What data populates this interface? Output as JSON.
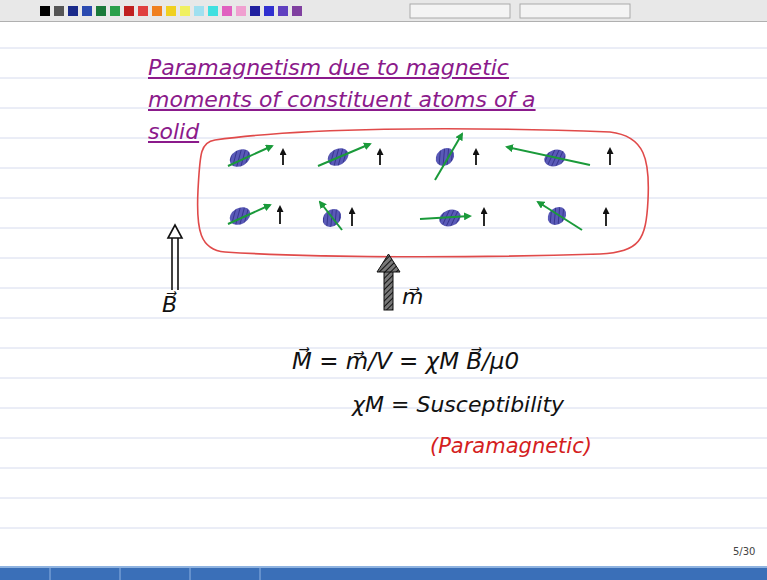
{
  "diagram": {
    "title": "Paramagnetism due to magnetic moments of constituent atoms of a solid",
    "labels": [
      "B⃗",
      "m⃗",
      "M⃗ = m⃗/V = χM B⃗/μ0",
      "χM = Susceptibility",
      "(Paramagnetic)",
      "5/30"
    ]
  }
}
